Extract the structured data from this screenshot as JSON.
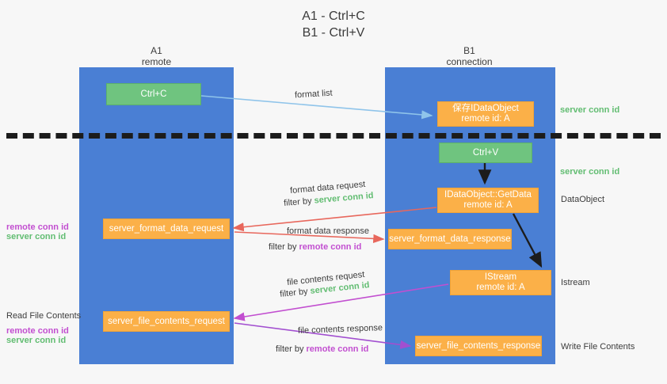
{
  "title": {
    "line1": "A1 - Ctrl+C",
    "line2": "B1 - Ctrl+V"
  },
  "columns": [
    {
      "id": "a1",
      "name": "A1",
      "role": "remote",
      "color": "#4a7fd4"
    },
    {
      "id": "b1",
      "name": "B1",
      "role": "connection",
      "color": "#4a7fd4"
    }
  ],
  "nodes": {
    "ctrl_c": {
      "label": "Ctrl+C",
      "color": "#6fc47f"
    },
    "save_dataobject": {
      "line1": "保存IDataObject",
      "line2": "remote id: A",
      "color": "#fbb048"
    },
    "ctrl_v": {
      "label": "Ctrl+V",
      "color": "#6fc47f"
    },
    "getdata": {
      "line1": "IDataObject::GetData",
      "line2": "remote id: A",
      "color": "#fbb048"
    },
    "format_data_request": {
      "label": "server_format_data_request",
      "color": "#fbb048"
    },
    "format_data_response": {
      "label": "server_format_data_response",
      "color": "#fbb048"
    },
    "istream": {
      "line1": "IStream",
      "line2": "remote id: A",
      "color": "#fbb048"
    },
    "file_contents_request": {
      "label": "server_file_contents_request",
      "color": "#fbb048"
    },
    "file_contents_response": {
      "label": "server_file_contents_response",
      "color": "#fbb048"
    }
  },
  "edge_labels": {
    "format_list": "format list",
    "format_data_request": "format data request",
    "format_data_request_filter_prefix": "filter by ",
    "format_data_request_filter_value": "server conn id",
    "format_data_response": "format data response",
    "format_data_response_filter_prefix": "filter by ",
    "format_data_response_filter_value": "remote conn id",
    "file_contents_request": "file contents request",
    "file_contents_request_filter_prefix": "filter by ",
    "file_contents_request_filter_value": "server conn id",
    "file_contents_response": "file contents response",
    "file_contents_response_filter_prefix": "filter by ",
    "file_contents_response_filter_value": "remote conn id"
  },
  "right_labels": {
    "server_conn_id_top": "server conn id",
    "server_conn_id_mid": "server conn id",
    "dataobject": "DataObject",
    "istream": "Istream",
    "write_file_contents": "Write File Contents"
  },
  "left_labels": {
    "remote_conn_id_1": "remote conn id",
    "server_conn_id_1": "server conn id",
    "read_file_contents": "Read File Contents",
    "remote_conn_id_2": "remote conn id",
    "server_conn_id_2": "server conn id"
  },
  "colors": {
    "column": "#4a7fd4",
    "green_node": "#6fc47f",
    "orange_node": "#fbb048",
    "server_conn_id": "#62bd72",
    "remote_conn_id": "#c24fd0",
    "arrow_blue": "#8fc4ea",
    "arrow_red": "#e8675c",
    "arrow_magenta": "#c24fd0",
    "arrow_purple": "#a24fd0",
    "arrow_black": "#1c1c1c",
    "divider": "#1c1c1c",
    "background": "#f7f7f7"
  }
}
